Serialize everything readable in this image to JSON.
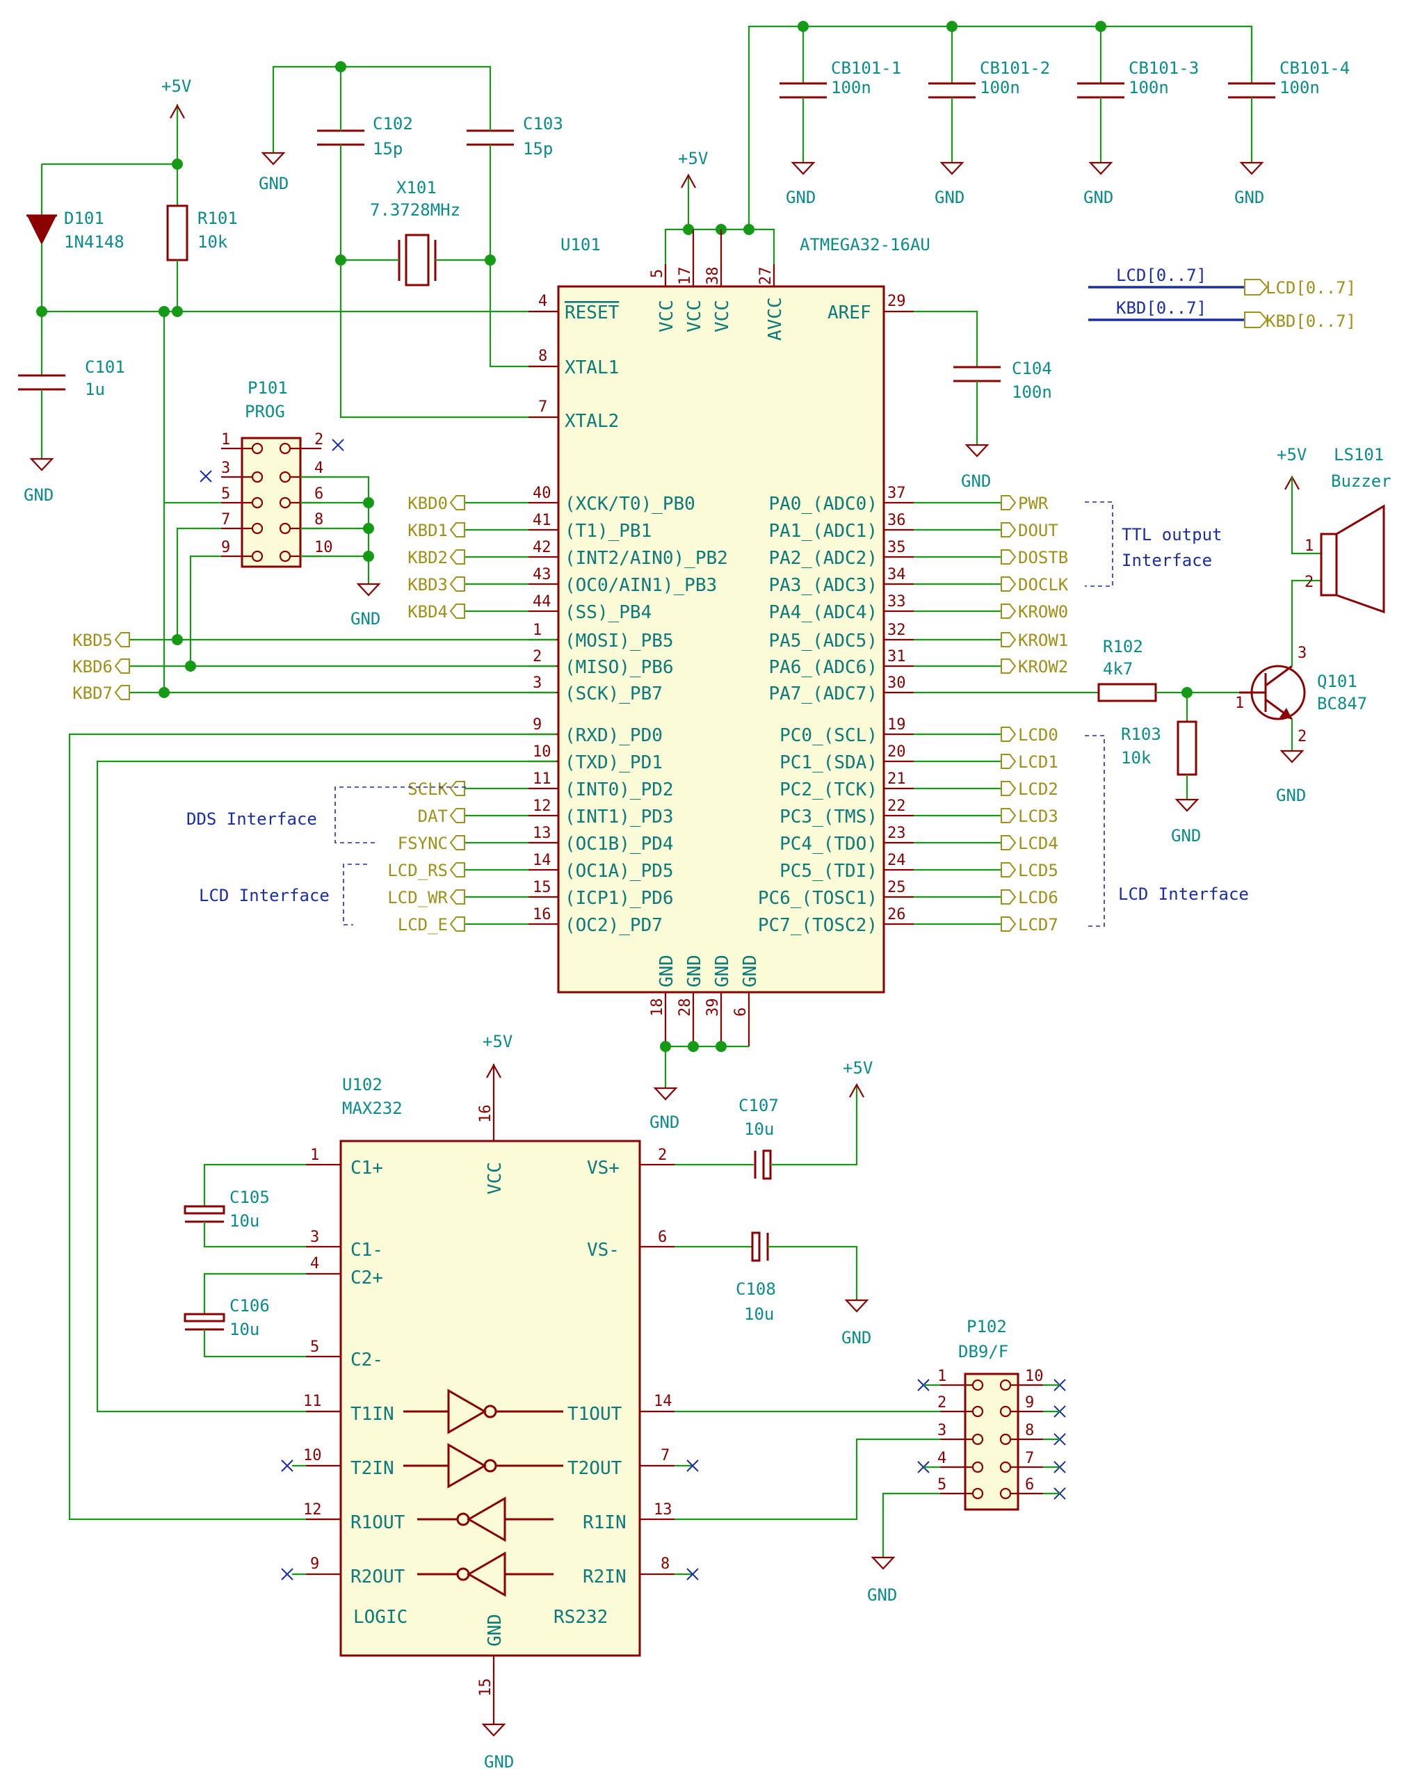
{
  "components": {
    "u101": {
      "ref": "U101",
      "value": "ATMEGA32-16AU"
    },
    "u102": {
      "ref": "U102",
      "value": "MAX232"
    },
    "c101": {
      "ref": "C101",
      "value": "1u"
    },
    "c102": {
      "ref": "C102",
      "value": "15p"
    },
    "c103": {
      "ref": "C103",
      "value": "15p"
    },
    "c104": {
      "ref": "C104",
      "value": "100n"
    },
    "c105": {
      "ref": "C105",
      "value": "10u"
    },
    "c106": {
      "ref": "C106",
      "value": "10u"
    },
    "c107": {
      "ref": "C107",
      "value": "10u"
    },
    "c108": {
      "ref": "C108",
      "value": "10u"
    },
    "cb1": {
      "ref": "CB101-1",
      "value": "100n"
    },
    "cb2": {
      "ref": "CB101-2",
      "value": "100n"
    },
    "cb3": {
      "ref": "CB101-3",
      "value": "100n"
    },
    "cb4": {
      "ref": "CB101-4",
      "value": "100n"
    },
    "d101": {
      "ref": "D101",
      "value": "1N4148"
    },
    "r101": {
      "ref": "R101",
      "value": "10k"
    },
    "r102": {
      "ref": "R102",
      "value": "4k7"
    },
    "r103": {
      "ref": "R103",
      "value": "10k"
    },
    "x101": {
      "ref": "X101",
      "value": "7.3728MHz"
    },
    "p101": {
      "ref": "P101",
      "value": "PROG"
    },
    "p102": {
      "ref": "P102",
      "value": "DB9/F"
    },
    "q101": {
      "ref": "Q101",
      "value": "BC847"
    },
    "ls101": {
      "ref": "LS101",
      "value": "Buzzer"
    }
  },
  "power": {
    "vcc": "+5V",
    "gnd": "GND"
  },
  "u101_pins": {
    "reset": "RESET",
    "xtal1": "XTAL1",
    "xtal2": "XTAL2",
    "aref": "AREF",
    "vcc": "VCC",
    "avcc": "AVCC",
    "gnd": "GND",
    "n_reset": "4",
    "n_xtal1": "8",
    "n_xtal2": "7",
    "n_aref": "29",
    "n_vcc1": "5",
    "n_vcc2": "17",
    "n_vcc3": "38",
    "n_avcc": "27",
    "n_gnd1": "18",
    "n_gnd2": "28",
    "n_gnd3": "39",
    "n_gnd4": "6",
    "left": [
      {
        "name": "(XCK/T0)_PB0",
        "num": "40"
      },
      {
        "name": "(T1)_PB1",
        "num": "41"
      },
      {
        "name": "(INT2/AIN0)_PB2",
        "num": "42"
      },
      {
        "name": "(OC0/AIN1)_PB3",
        "num": "43"
      },
      {
        "name": "(SS)_PB4",
        "num": "44"
      },
      {
        "name": "(MOSI)_PB5",
        "num": "1"
      },
      {
        "name": "(MISO)_PB6",
        "num": "2"
      },
      {
        "name": "(SCK)_PB7",
        "num": "3"
      },
      {
        "name": "(RXD)_PD0",
        "num": "9"
      },
      {
        "name": "(TXD)_PD1",
        "num": "10"
      },
      {
        "name": "(INT0)_PD2",
        "num": "11"
      },
      {
        "name": "(INT1)_PD3",
        "num": "12"
      },
      {
        "name": "(OC1B)_PD4",
        "num": "13"
      },
      {
        "name": "(OC1A)_PD5",
        "num": "14"
      },
      {
        "name": "(ICP1)_PD6",
        "num": "15"
      },
      {
        "name": "(OC2)_PD7",
        "num": "16"
      }
    ],
    "right": [
      {
        "name": "PA0_(ADC0)",
        "num": "37"
      },
      {
        "name": "PA1_(ADC1)",
        "num": "36"
      },
      {
        "name": "PA2_(ADC2)",
        "num": "35"
      },
      {
        "name": "PA3_(ADC3)",
        "num": "34"
      },
      {
        "name": "PA4_(ADC4)",
        "num": "33"
      },
      {
        "name": "PA5_(ADC5)",
        "num": "32"
      },
      {
        "name": "PA6_(ADC6)",
        "num": "31"
      },
      {
        "name": "PA7_(ADC7)",
        "num": "30"
      },
      {
        "name": "PC0_(SCL)",
        "num": "19"
      },
      {
        "name": "PC1_(SDA)",
        "num": "20"
      },
      {
        "name": "PC2_(TCK)",
        "num": "21"
      },
      {
        "name": "PC3_(TMS)",
        "num": "22"
      },
      {
        "name": "PC4_(TDO)",
        "num": "23"
      },
      {
        "name": "PC5_(TDI)",
        "num": "24"
      },
      {
        "name": "PC6_(TOSC1)",
        "num": "25"
      },
      {
        "name": "PC7_(TOSC2)",
        "num": "26"
      }
    ]
  },
  "labels_left": [
    "KBD0",
    "KBD1",
    "KBD2",
    "KBD3",
    "KBD4",
    "SCLK",
    "DAT",
    "FSYNC",
    "LCD_RS",
    "LCD_WR",
    "LCD_E"
  ],
  "labels_left_outer": [
    "KBD5",
    "KBD6",
    "KBD7"
  ],
  "labels_right": [
    "PWR",
    "DOUT",
    "DOSTB",
    "DOCLK",
    "KROW0",
    "KROW1",
    "KROW2",
    "LCD0",
    "LCD1",
    "LCD2",
    "LCD3",
    "LCD4",
    "LCD5",
    "LCD6",
    "LCD7"
  ],
  "buses": [
    {
      "net": "LCD[0..7]",
      "label": "LCD[0..7]"
    },
    {
      "net": "KBD[0..7]",
      "label": "KBD[0..7]"
    }
  ],
  "notes": {
    "ttl": "TTL output",
    "ttl2": "Interface",
    "dds": "DDS Interface",
    "lcd_left": "LCD Interface",
    "lcd_right": "LCD Interface"
  },
  "u102_pins": {
    "c1p": "C1+",
    "c1m": "C1-",
    "c2p": "C2+",
    "c2m": "C2-",
    "vcc": "VCC",
    "vsp": "VS+",
    "vsm": "VS-",
    "gnd": "GND",
    "t1in": "T1IN",
    "t2in": "T2IN",
    "r1out": "R1OUT",
    "r2out": "R2OUT",
    "t1out": "T1OUT",
    "t2out": "T2OUT",
    "r1in": "R1IN",
    "r2in": "R2IN",
    "logic": "LOGIC",
    "rs232": "RS232",
    "n_c1p": "1",
    "n_c1m": "3",
    "n_c2p": "4",
    "n_c2m": "5",
    "n_vcc": "16",
    "n_gnd": "15",
    "n_vsp": "2",
    "n_vsm": "6",
    "n_t1in": "11",
    "n_t2in": "10",
    "n_r1out": "12",
    "n_r2out": "9",
    "n_t1out": "14",
    "n_t2out": "7",
    "n_r1in": "13",
    "n_r2in": "8"
  },
  "p101_pins": {
    "left": [
      "1",
      "3",
      "5",
      "7",
      "9"
    ],
    "right": [
      "2",
      "4",
      "6",
      "8",
      "10"
    ]
  },
  "p102_pins": {
    "left": [
      "1",
      "2",
      "3",
      "4",
      "5"
    ],
    "right": [
      "10",
      "9",
      "8",
      "7",
      "6"
    ]
  },
  "q101_pins": {
    "b": "1",
    "c": "3",
    "e": "2"
  },
  "ls101_pins": {
    "p1": "1",
    "p2": "2"
  },
  "x101_pins": {},
  "crystal_pins": {}
}
